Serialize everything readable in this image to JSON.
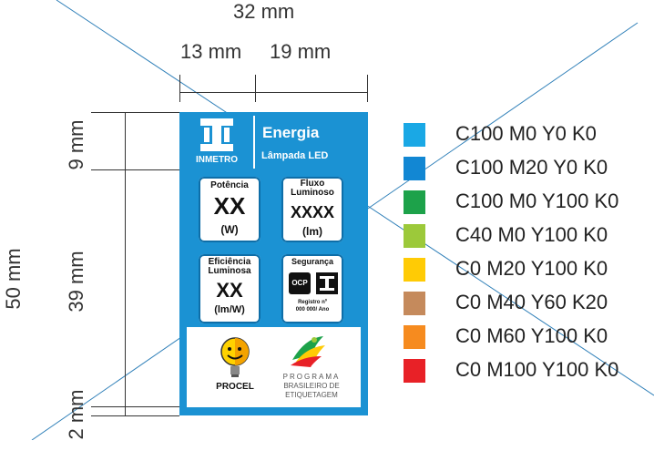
{
  "dimensions": {
    "total_width": "32 mm",
    "left_width": "13 mm",
    "right_width": "19 mm",
    "total_height": "50 mm",
    "top_height": "9 mm",
    "middle_height": "39 mm",
    "bottom_height": "2 mm"
  },
  "label": {
    "brand": "INMETRO",
    "title": "Energia",
    "subtitle": "Lâmpada LED",
    "potencia": {
      "title": "Potência",
      "value": "XX",
      "unit": "(W)"
    },
    "fluxo": {
      "title_1": "Fluxo",
      "title_2": "Luminoso",
      "value": "XXXX",
      "unit": "(lm)"
    },
    "eficiencia": {
      "title_1": "Eficiência",
      "title_2": "Luminosa",
      "value": "XX",
      "unit": "(lm/W)"
    },
    "seguranca": {
      "title": "Segurança",
      "ocp": "OCP",
      "registro_1": "Registro nº",
      "registro_2": "000 000/ Ano"
    },
    "procel": "PROCEL",
    "programa_1": "PROGRAMA",
    "programa_2": "BRASILEIRO DE",
    "programa_3": "ETIQUETAGEM"
  },
  "palette": [
    {
      "label": "C100 M0 Y0 K0",
      "color": "#1AA8E5"
    },
    {
      "label": "C100 M20 Y0 K0",
      "color": "#1287D3"
    },
    {
      "label": "C100 M0 Y100 K0",
      "color": "#1DA24A"
    },
    {
      "label": "C40 M0 Y100 K0",
      "color": "#9CC93A"
    },
    {
      "label": "C0 M20 Y100 K0",
      "color": "#FFCB05"
    },
    {
      "label": "C0 M40 Y60 K20",
      "color": "#C58A5C"
    },
    {
      "label": "C0 M60 Y100 K0",
      "color": "#F68B1F"
    },
    {
      "label": "C0 M100 Y100 K0",
      "color": "#E82127"
    }
  ]
}
